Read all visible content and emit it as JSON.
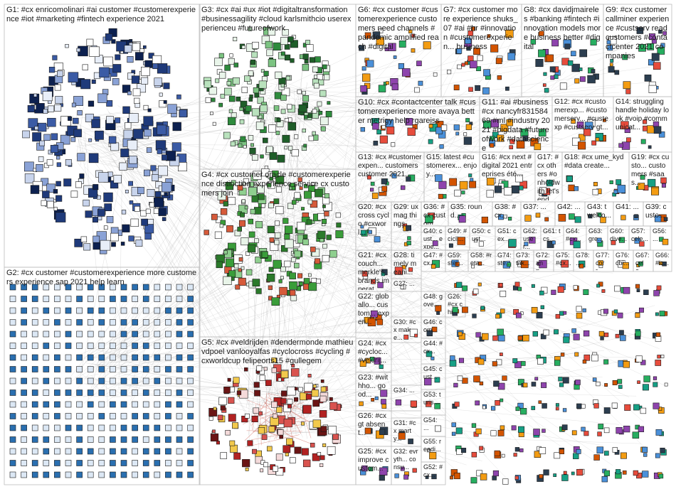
{
  "groups": [
    {
      "id": "G1",
      "text": "G1: #cx enricomolinari #ai customer #customerexperience #iot #marketing #fintech experience 2021"
    },
    {
      "id": "G2",
      "text": "G2: #cx customer #customerexperience more customers experience sap 2021 help learn"
    },
    {
      "id": "G3",
      "text": "G3: #cx #ai #ux #iot #digitaltransformation #businessagility #cloud karlsmithcio userexperienceu #futureofwork"
    },
    {
      "id": "G4",
      "text": "G4: #cx customer oracle #customerexperience distinction experience service cx customers join"
    },
    {
      "id": "G5",
      "text": "G5: #cx #veldrijden #dendermonde mathieuvdpoel vanlooyalfas #cyclocross #cycling #cxworldcup felipeorts15 #gullegem"
    },
    {
      "id": "G6",
      "text": "G6: #cx customer #customerexperience customers need channels #pandemic amplified reach #digital"
    },
    {
      "id": "G7",
      "text": "G7: #cx customer more experience shuks_07 #ai #hr #innovation #customerexperien... business"
    },
    {
      "id": "G8",
      "text": "G8: #cx davidjmaireles #banking #fintech #innovation models more business better #digital"
    },
    {
      "id": "G9",
      "text": "G9: #cx customer callminer experience #custserv read customers #contactcenter 2021 companies"
    },
    {
      "id": "G10",
      "text": "G10: #cx #contactcenter talk #customerexperience more avaya better metrigy help rgareiss"
    },
    {
      "id": "G11",
      "text": "G11: #ai #business #cx nancyfr83158469 #ml #industry 2021 #bigdata #futureofwork #datascience"
    },
    {
      "id": "G12",
      "text": "G12: #cx #customerexp... #customerserv... #custexp #custserv gt..."
    },
    {
      "id": "G14",
      "text": "G14: struggling handle holiday look #voip #communicat..."
    },
    {
      "id": "G13",
      "text": "G13: #cx #customerexpen... customers customer 2021..."
    },
    {
      "id": "G15",
      "text": "G15: latest #customerex... enjoy..."
    },
    {
      "id": "G16",
      "text": "G16: #cx next #digital 2021 entreprises été..."
    },
    {
      "id": "G17",
      "text": "G17: #cx others #onholdwith let's end..."
    },
    {
      "id": "G18",
      "text": "G18: #cx ume_kyd #data create..."
    },
    {
      "id": "G19",
      "text": "G19: #cx custo... customers #saas..."
    },
    {
      "id": "G20",
      "text": "G20: #cx cross cyclo #cxworl..."
    },
    {
      "id": "G29",
      "text": "G29: uxmag things..."
    },
    {
      "id": "G36",
      "text": "G36: #cx custom..."
    },
    {
      "id": "G35",
      "text": "G35: round..."
    },
    {
      "id": "G38",
      "text": "G38: #cx..."
    },
    {
      "id": "G37",
      "text": "G37: ..."
    },
    {
      "id": "G42",
      "text": "G42: ..."
    },
    {
      "id": "G43",
      "text": "G43: twelco..."
    },
    {
      "id": "G41",
      "text": "G41: ..."
    },
    {
      "id": "G39",
      "text": "G39: custo..."
    },
    {
      "id": "G40",
      "text": "G40: cust... expe..."
    },
    {
      "id": "G49",
      "text": "G49: #cicli..."
    },
    {
      "id": "G50",
      "text": "G50: cust..."
    },
    {
      "id": "G51",
      "text": "G51: cex..."
    },
    {
      "id": "G62",
      "text": "G62: user..."
    },
    {
      "id": "G61",
      "text": "G61: tcs..."
    },
    {
      "id": "G64",
      "text": "G64: #cx..."
    },
    {
      "id": "G63",
      "text": "G63: gre..."
    },
    {
      "id": "G60",
      "text": "G60: dive..."
    },
    {
      "id": "G57",
      "text": "G57: cele..."
    },
    {
      "id": "G56",
      "text": "G56: ..."
    },
    {
      "id": "G21",
      "text": "G21: #cx couch... merkle's brands imperat..."
    },
    {
      "id": "G28",
      "text": "G28: timely meani..."
    },
    {
      "id": "G27",
      "text": "G27: ..."
    },
    {
      "id": "G47",
      "text": "G47: #cx..."
    },
    {
      "id": "G59",
      "text": "G59: stei..."
    },
    {
      "id": "G58",
      "text": "G58: #reta..."
    },
    {
      "id": "G74",
      "text": "G74: ste..."
    },
    {
      "id": "G73",
      "text": "G73: tak..."
    },
    {
      "id": "G72",
      "text": "G72: ann..."
    },
    {
      "id": "G75",
      "text": "G75: #cx..."
    },
    {
      "id": "G78",
      "text": "G78: ..."
    },
    {
      "id": "G77",
      "text": "G77: corr..."
    },
    {
      "id": "G76",
      "text": "G76: cbi..."
    },
    {
      "id": "G67",
      "text": "G67: cele..."
    },
    {
      "id": "G66",
      "text": "G66: #ic..."
    },
    {
      "id": "G22",
      "text": "G22: globallo... custom... experi..."
    },
    {
      "id": "G48",
      "text": "G48: gove..."
    },
    {
      "id": "G26",
      "text": "G26: #cx chi..."
    },
    {
      "id": "G30",
      "text": "G30: #cx make..."
    },
    {
      "id": "G46",
      "text": "G46: com..."
    },
    {
      "id": "G24",
      "text": "G24: #cx #cycloc... #veldrij..."
    },
    {
      "id": "G44",
      "text": "G44: #cx..."
    },
    {
      "id": "G23",
      "text": "G23: #withho... good..."
    },
    {
      "id": "G45",
      "text": "G45: cust..."
    },
    {
      "id": "G34",
      "text": "G34: ..."
    },
    {
      "id": "G53",
      "text": "G53: turis..."
    },
    {
      "id": "G26b",
      "text": "G26: #cx gt absent..."
    },
    {
      "id": "G31",
      "text": "G31: #cx marty..."
    },
    {
      "id": "G54",
      "text": "G54: ..."
    },
    {
      "id": "G55",
      "text": "G55: readi..."
    },
    {
      "id": "G25",
      "text": "G25: #cx improve custom..."
    },
    {
      "id": "G32",
      "text": "G32: evryth... consu..."
    },
    {
      "id": "G52",
      "text": "G52: #cx..."
    }
  ],
  "colors": {
    "frame": "#bdbdbd",
    "edge": "#7f7f7f",
    "edge_red": "#c0392b",
    "g1_node": "#1f3a7a",
    "g2_node": "#2a6fb0",
    "g3_node": "#2e8b3d",
    "g4_node": "#3a9d3a",
    "g5_node": "#b22222"
  },
  "icons": {
    "node": "profile-image-node"
  }
}
